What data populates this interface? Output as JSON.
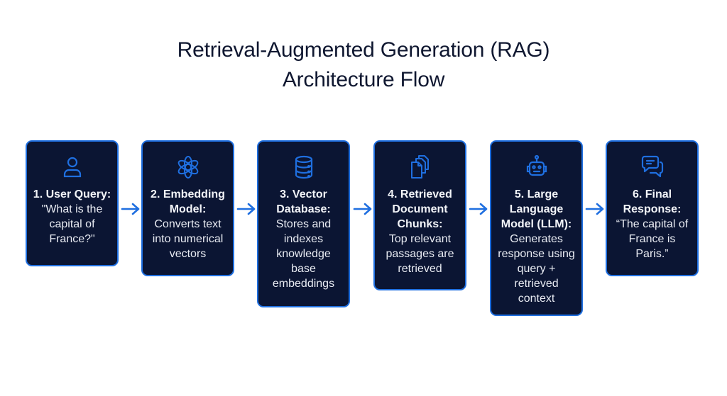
{
  "title": {
    "line1": "Retrieval-Augmented Generation (RAG)",
    "line2": "Architecture Flow"
  },
  "colors": {
    "box_fill": "#0b1533",
    "box_border": "#1f6fe0",
    "arrow": "#1f6fe0",
    "title_text": "#0f1730"
  },
  "steps": [
    {
      "icon": "user-icon",
      "head": "1. User Query:",
      "desc": "\"What is the capital of France?\""
    },
    {
      "icon": "embedding-knot-icon",
      "head": "2. Embedding Model:",
      "desc": "Converts text into numerical vectors"
    },
    {
      "icon": "database-icon",
      "head": "3. Vector Database:",
      "desc": "Stores and indexes knowledge base embeddings"
    },
    {
      "icon": "documents-icon",
      "head": "4. Retrieved Document Chunks:",
      "desc": "Top relevant passages are retrieved"
    },
    {
      "icon": "robot-icon",
      "head": "5. Large Language Model (LLM):",
      "desc": "Generates response using query + retrieved context"
    },
    {
      "icon": "chat-bubbles-icon",
      "head": "6. Final Response:",
      "desc": "“The capital of France is Paris.”"
    }
  ],
  "connectors": [
    {
      "from": 1,
      "to": 2,
      "icon": "arrow-right-icon"
    },
    {
      "from": 2,
      "to": 3,
      "icon": "arrow-right-icon"
    },
    {
      "from": 3,
      "to": 4,
      "icon": "arrow-right-icon"
    },
    {
      "from": 4,
      "to": 5,
      "icon": "arrow-right-icon"
    },
    {
      "from": 5,
      "to": 6,
      "icon": "arrow-right-icon"
    }
  ]
}
